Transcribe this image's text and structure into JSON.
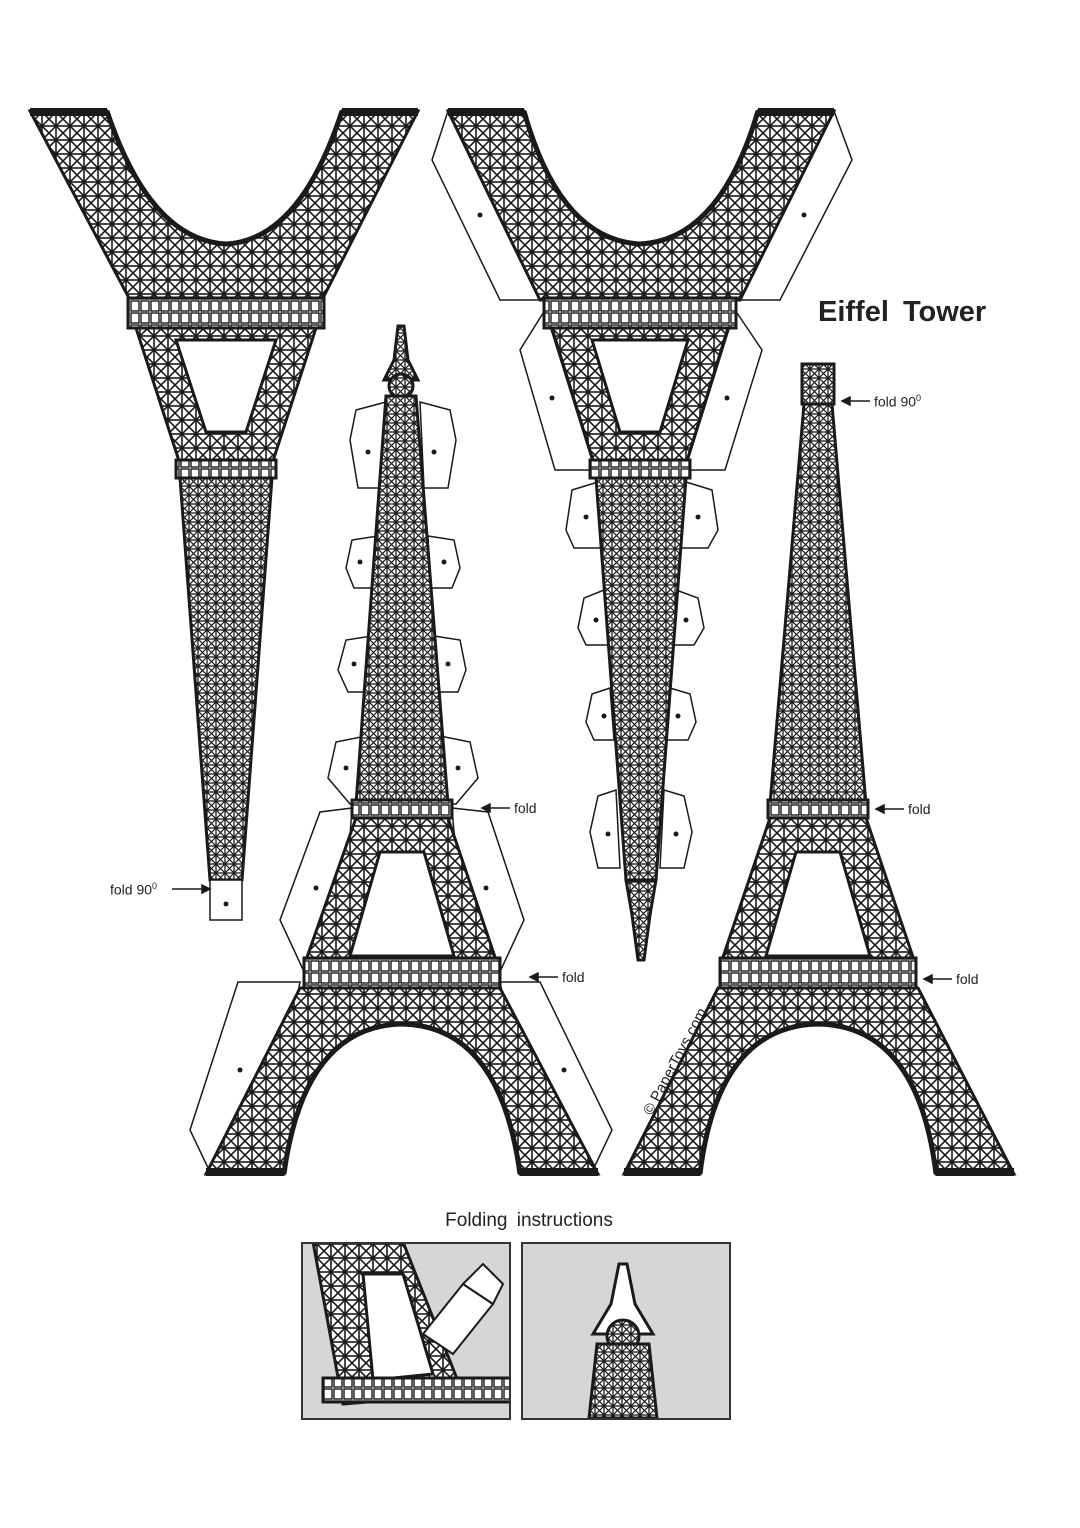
{
  "title": "Eiffel Tower",
  "fold_labels": {
    "fold": "fold",
    "fold90_prefix": "fold 90",
    "degree_mark": "0"
  },
  "instructions": {
    "title": "Folding instructions"
  },
  "watermark": "© PaperToys.com",
  "colors": {
    "ink": "#1a1a1a",
    "paper": "#ffffff",
    "panel_bg": "#d6d6d6"
  }
}
